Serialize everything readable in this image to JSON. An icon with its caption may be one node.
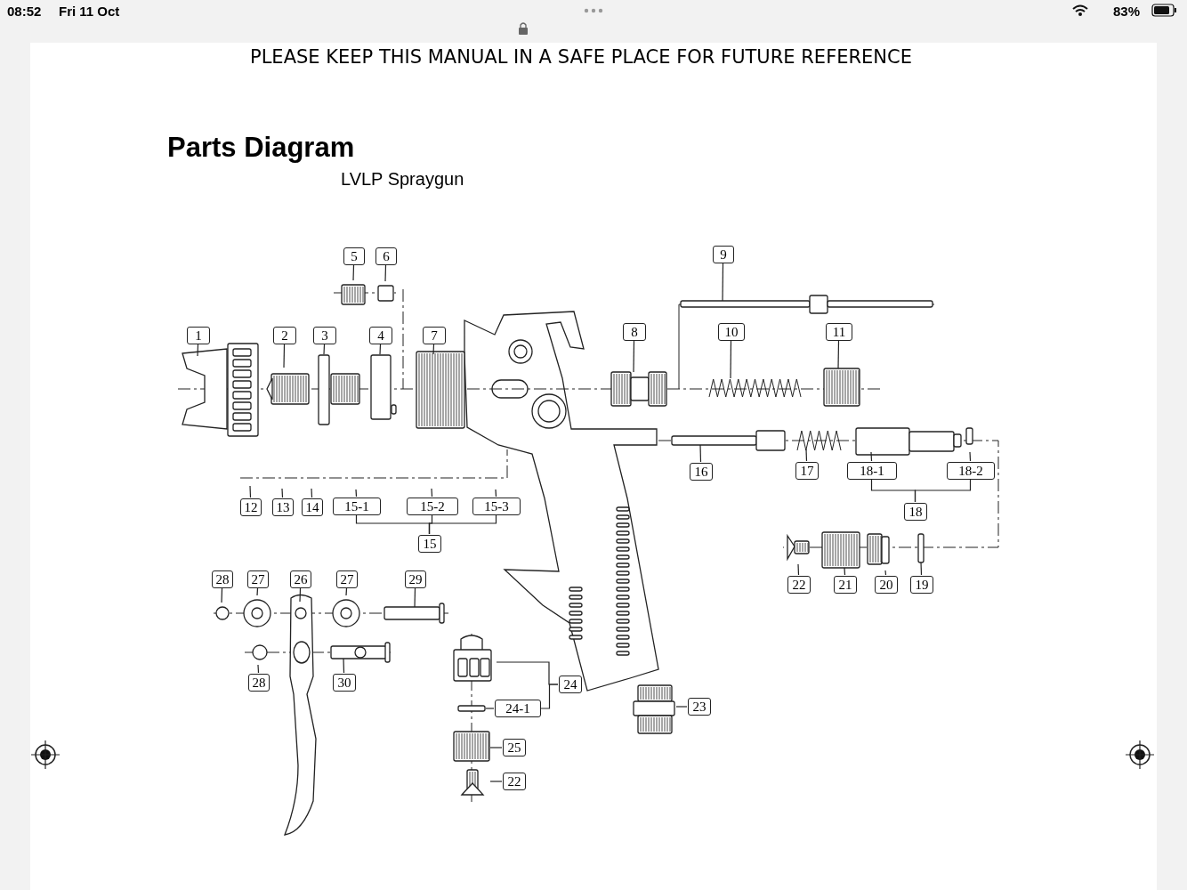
{
  "diagram": {
    "title": "Parts Diagram",
    "nodes": [
      {
        "text": [
          "5"
        ]
      },
      {
        "text": [
          "6"
        ]
      },
      {
        "text": [
          "9"
        ]
      },
      {
        "text": [
          "1"
        ]
      },
      {
        "text": [
          "2"
        ]
      },
      {
        "text": [
          "3"
        ]
      },
      {
        "text": [
          "4"
        ]
      },
      {
        "text": [
          "7"
        ]
      },
      {
        "text": [
          "8"
        ]
      },
      {
        "text": [
          "10"
        ]
      },
      {
        "text": [
          "11"
        ]
      },
      {
        "text": [
          "16"
        ]
      },
      {
        "text": [
          "17"
        ]
      },
      {
        "text": [
          "18-1"
        ]
      },
      {
        "text": [
          "18-2"
        ]
      },
      {
        "text": [
          "12"
        ]
      },
      {
        "text": [
          "13"
        ]
      },
      {
        "text": [
          "14"
        ]
      },
      {
        "text": [
          "15-1"
        ]
      },
      {
        "text": [
          "15-2"
        ]
      },
      {
        "text": [
          "15-3"
        ]
      },
      {
        "text": [
          "18"
        ]
      },
      {
        "text": [
          "15"
        ]
      },
      {
        "text": [
          "22"
        ]
      },
      {
        "text": [
          "21"
        ]
      },
      {
        "text": [
          "20"
        ]
      },
      {
        "text": [
          "19"
        ]
      },
      {
        "text": [
          "28"
        ]
      },
      {
        "text": [
          "27"
        ]
      },
      {
        "text": [
          "26"
        ]
      },
      {
        "text": [
          "27"
        ]
      },
      {
        "text": [
          "29"
        ]
      },
      {
        "text": [
          "28"
        ]
      },
      {
        "text": [
          "30"
        ]
      },
      {
        "text": [
          "24"
        ]
      },
      {
        "text": [
          "24-1"
        ]
      },
      {
        "text": [
          "23"
        ]
      },
      {
        "text": [
          "25"
        ]
      },
      {
        "text": [
          "22"
        ]
      }
    ],
    "edges": [
      {
        "from": 0,
        "to": null,
        "arrow": "none"
      },
      {
        "from": 1,
        "to": null,
        "arrow": "none"
      },
      {
        "from": 2,
        "to": null,
        "arrow": "none"
      },
      {
        "from": 3,
        "to": null,
        "arrow": "none"
      },
      {
        "from": 4,
        "to": null,
        "arrow": "none"
      },
      {
        "from": 5,
        "to": null,
        "arrow": "none"
      },
      {
        "from": 6,
        "to": null,
        "arrow": "none"
      },
      {
        "from": 7,
        "to": null,
        "arrow": "none"
      },
      {
        "from": 8,
        "to": null,
        "arrow": "none"
      },
      {
        "from": 9,
        "to": null,
        "arrow": "none"
      },
      {
        "from": 10,
        "to": null,
        "arrow": "none"
      },
      {
        "from": 11,
        "to": null,
        "arrow": "none"
      },
      {
        "from": 12,
        "to": null,
        "arrow": "none"
      },
      {
        "from": 13,
        "to": null,
        "arrow": "none"
      },
      {
        "from": 14,
        "to": null,
        "arrow": "none"
      },
      {
        "from": 15,
        "to": null,
        "arrow": "none"
      },
      {
        "from": 16,
        "to": null,
        "arrow": "none"
      },
      {
        "from": 17,
        "to": null,
        "arrow": "none"
      },
      {
        "from": 18,
        "to": null,
        "arrow": "none"
      },
      {
        "from": 19,
        "to": null,
        "arrow": "none"
      },
      {
        "from": 20,
        "to": null,
        "arrow": "none"
      },
      {
        "from": 23,
        "to": null,
        "arrow": "none"
      },
      {
        "from": 24,
        "to": null,
        "arrow": "none"
      },
      {
        "from": 25,
        "to": null,
        "arrow": "none"
      },
      {
        "from": 26,
        "to": null,
        "arrow": "none"
      },
      {
        "from": 27,
        "to": null,
        "arrow": "none"
      },
      {
        "from": 28,
        "to": null,
        "arrow": "none"
      },
      {
        "from": 29,
        "to": null,
        "arrow": "none"
      },
      {
        "from": 30,
        "to": null,
        "arrow": "none"
      },
      {
        "from": 31,
        "to": null,
        "arrow": "none"
      },
      {
        "from": 32,
        "to": null,
        "arrow": "none"
      },
      {
        "from": 33,
        "to": null,
        "arrow": "none"
      },
      {
        "from": 34,
        "to": null,
        "arrow": "none"
      },
      {
        "from": 35,
        "to": null,
        "arrow": "none"
      },
      {
        "from": 36,
        "to": null,
        "arrow": "none"
      },
      {
        "from": 37,
        "to": null,
        "arrow": "none"
      },
      {
        "from": 38,
        "to": null,
        "arrow": "none"
      },
      {
        "from": 18,
        "to": 22,
        "arrow": "none"
      },
      {
        "from": 19,
        "to": 22,
        "arrow": "none"
      },
      {
        "from": 20,
        "to": 22,
        "arrow": "none"
      },
      {
        "from": 13,
        "to": 21,
        "arrow": "none"
      },
      {
        "from": 14,
        "to": 21,
        "arrow": "none"
      },
      {
        "from": 35,
        "to": 34,
        "arrow": "none"
      }
    ],
    "labels": [
      "08:52",
      "Fri 11 Oct",
      "83%",
      "PLEASE KEEP THIS MANUAL IN A SAFE PLACE FOR FUTURE REFERENCE",
      "LVLP Spraygun"
    ]
  }
}
